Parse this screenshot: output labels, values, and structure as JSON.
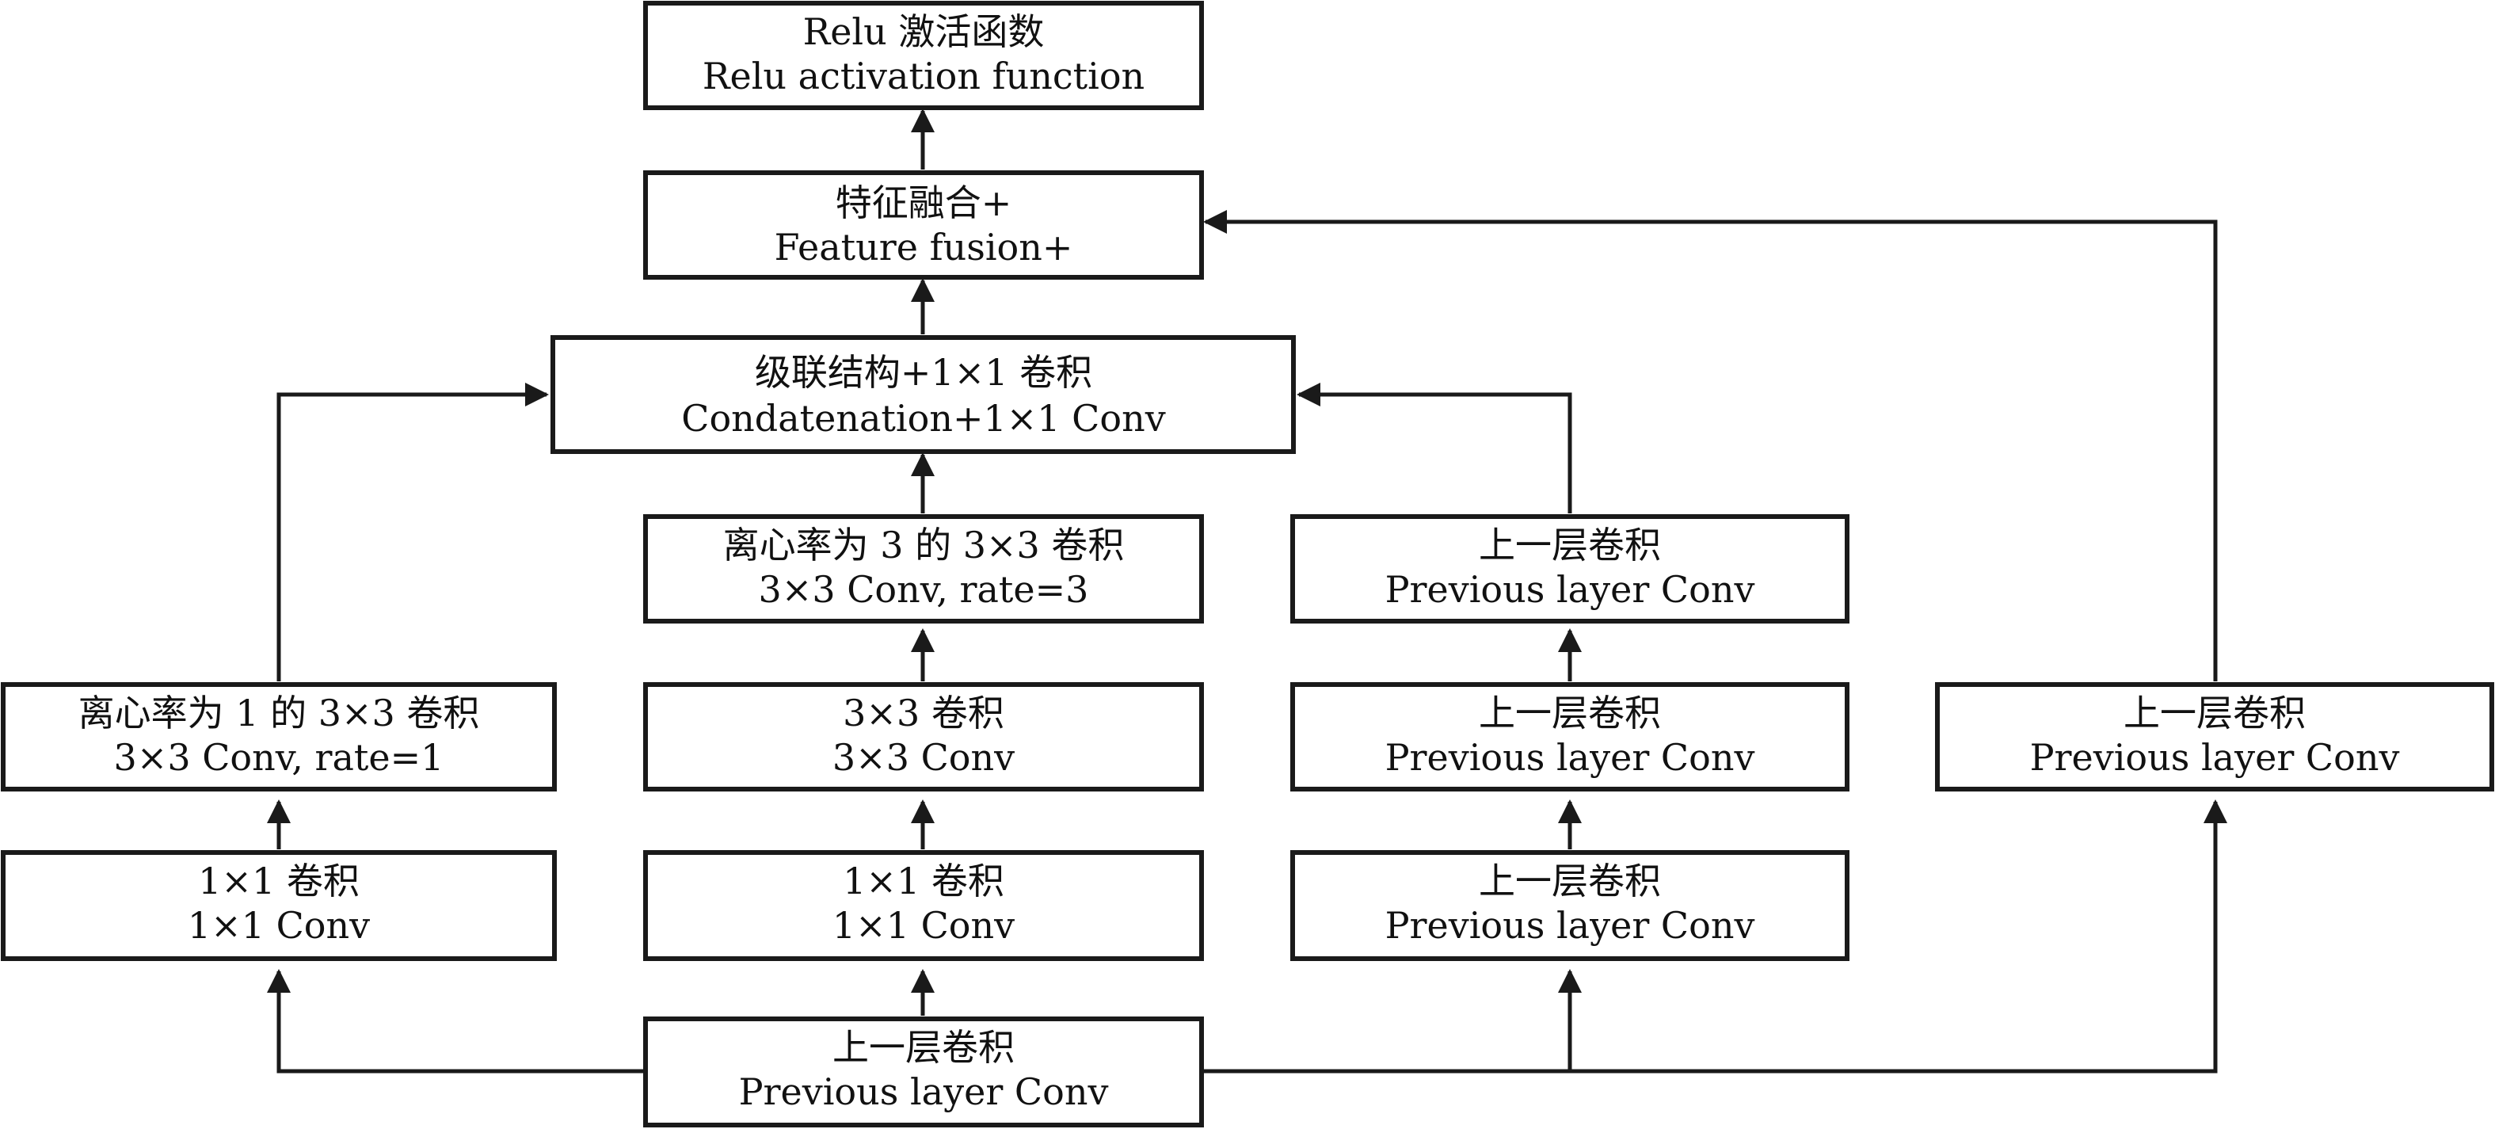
{
  "diagram": {
    "nodes": {
      "relu": {
        "zh": "Relu 激活函数",
        "en": "Relu activation function"
      },
      "fusion": {
        "zh": "特征融合+",
        "en": "Feature fusion+"
      },
      "concat": {
        "zh": "级联结构+1×1 卷积",
        "en": "Condatenation+1×1 Conv"
      },
      "dilated_rate3": {
        "zh": "离心率为  3 的 3×3 卷积",
        "en": "3×3 Conv, rate=3"
      },
      "dilated_rate1": {
        "zh": "离心率为 1 的 3×3 卷积",
        "en": "3×3 Conv, rate=1"
      },
      "conv3x3": {
        "zh": "3×3 卷积",
        "en": "3×3 Conv"
      },
      "conv1x1_left": {
        "zh": "1×1 卷积",
        "en": "1×1 Conv"
      },
      "conv1x1_mid": {
        "zh": "1×1 卷积",
        "en": "1×1 Conv"
      },
      "prev_c3_top": {
        "zh": "上一层卷积",
        "en": "Previous layer Conv"
      },
      "prev_c3_mid": {
        "zh": "上一层卷积",
        "en": "Previous layer Conv"
      },
      "prev_c3_bot": {
        "zh": "上一层卷积",
        "en": "Previous layer Conv"
      },
      "prev_right": {
        "zh": "上一层卷积",
        "en": "Previous layer Conv"
      },
      "prev_input": {
        "zh": "上一层卷积",
        "en": "Previous layer Conv"
      }
    },
    "edges": [
      {
        "from": "prev_input",
        "to": "conv1x1_left"
      },
      {
        "from": "prev_input",
        "to": "conv1x1_mid"
      },
      {
        "from": "prev_input",
        "to": "prev_c3_bot"
      },
      {
        "from": "prev_input",
        "to": "prev_right"
      },
      {
        "from": "conv1x1_left",
        "to": "dilated_rate1"
      },
      {
        "from": "conv1x1_mid",
        "to": "conv3x3"
      },
      {
        "from": "prev_c3_bot",
        "to": "prev_c3_mid"
      },
      {
        "from": "conv3x3",
        "to": "dilated_rate3"
      },
      {
        "from": "prev_c3_mid",
        "to": "prev_c3_top"
      },
      {
        "from": "dilated_rate1",
        "to": "concat"
      },
      {
        "from": "dilated_rate3",
        "to": "concat"
      },
      {
        "from": "prev_c3_top",
        "to": "concat"
      },
      {
        "from": "concat",
        "to": "fusion"
      },
      {
        "from": "prev_right",
        "to": "fusion"
      },
      {
        "from": "fusion",
        "to": "relu"
      }
    ]
  }
}
